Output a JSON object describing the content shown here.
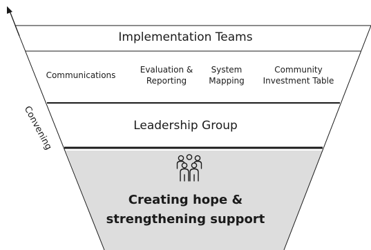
{
  "diagram": {
    "arrow_axis_label": "Convening",
    "tiers": {
      "implementation": {
        "title": "Implementation Teams",
        "sub_teams": [
          {
            "label": "Communications"
          },
          {
            "line1": "Evaluation &",
            "line2": "Reporting"
          },
          {
            "line1": "System",
            "line2": "Mapping"
          },
          {
            "line1": "Community",
            "line2": "Investment Table"
          }
        ]
      },
      "leadership": {
        "title": "Leadership Group"
      },
      "core": {
        "icon": "people-group-icon",
        "line1": "Creating hope &",
        "line2": "strengthening support"
      }
    },
    "colors": {
      "core_fill": "#dddddd",
      "line": "#1a1a1a"
    }
  }
}
